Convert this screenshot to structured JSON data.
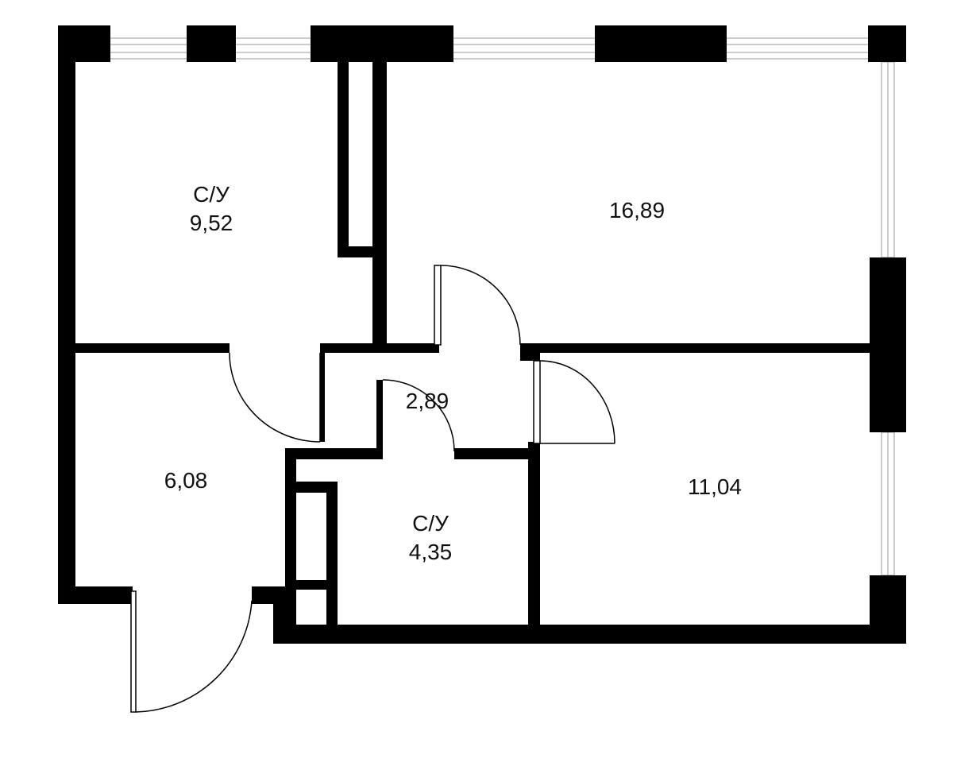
{
  "rooms": [
    {
      "id": "bathroom_top",
      "name": "С/У",
      "area": "9,52"
    },
    {
      "id": "room_large",
      "name": "",
      "area": "16,89"
    },
    {
      "id": "hall_small",
      "name": "",
      "area": "2,89"
    },
    {
      "id": "entrance_hall",
      "name": "",
      "area": "6,08"
    },
    {
      "id": "bathroom_small",
      "name": "С/У",
      "area": "4,35"
    },
    {
      "id": "room_small",
      "name": "",
      "area": "11,04"
    }
  ]
}
